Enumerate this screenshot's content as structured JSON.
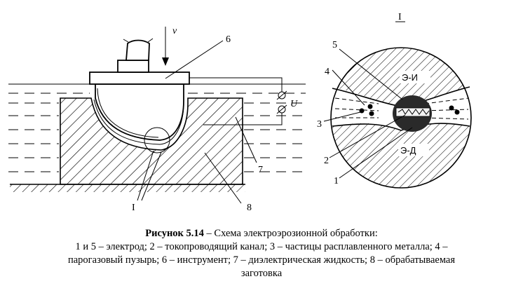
{
  "labels": {
    "v": "v",
    "u": "U",
    "n1": "1",
    "n2": "2",
    "n3": "3",
    "n4": "4",
    "n5": "5",
    "n6": "6",
    "n7": "7",
    "n8": "8",
    "detail_left": "I",
    "detail_right": "I",
    "ei": "Э-И",
    "ed": "Э-Д"
  },
  "caption": {
    "title": "Рисунок 5.14",
    "title_rest": " – Схема электроэрозионной обработки:",
    "line2": "1 и 5 – электрод; 2 – токопроводящий канал; 3 – частицы расплавленного металла; 4 –",
    "line3": "парогазовый пузырь; 6 – инструмент; 7 – диэлектрическая жидкость; 8 – обрабатываемая",
    "line4": "заготовка"
  }
}
